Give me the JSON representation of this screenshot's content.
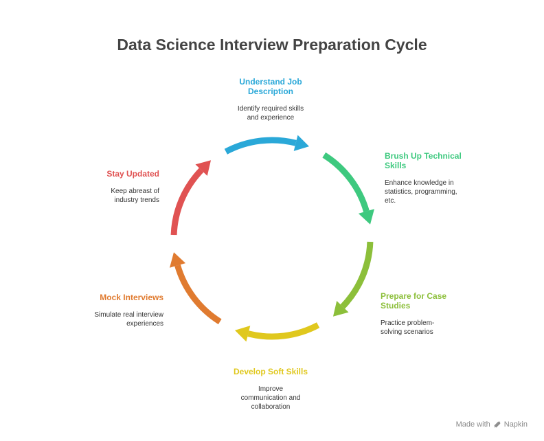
{
  "title": "Data Science Interview Preparation Cycle",
  "steps": [
    {
      "label": "Understand Job Description",
      "desc": "Identify required skills and experience",
      "color": "#2aa8d8"
    },
    {
      "label": "Brush Up Technical Skills",
      "desc": "Enhance knowledge in statistics, programming, etc.",
      "color": "#3ec97f"
    },
    {
      "label": "Prepare for Case Studies",
      "desc": "Practice problem-solving scenarios",
      "color": "#8cbf3a"
    },
    {
      "label": "Develop Soft Skills",
      "desc": "Improve communication and collaboration",
      "color": "#e0c81e"
    },
    {
      "label": "Mock Interviews",
      "desc": "Simulate real interview experiences",
      "color": "#e07b30"
    },
    {
      "label": "Stay Updated",
      "desc": "Keep abreast of industry trends",
      "color": "#e05252"
    }
  ],
  "footer": {
    "made_with": "Made with",
    "brand": "Napkin"
  }
}
